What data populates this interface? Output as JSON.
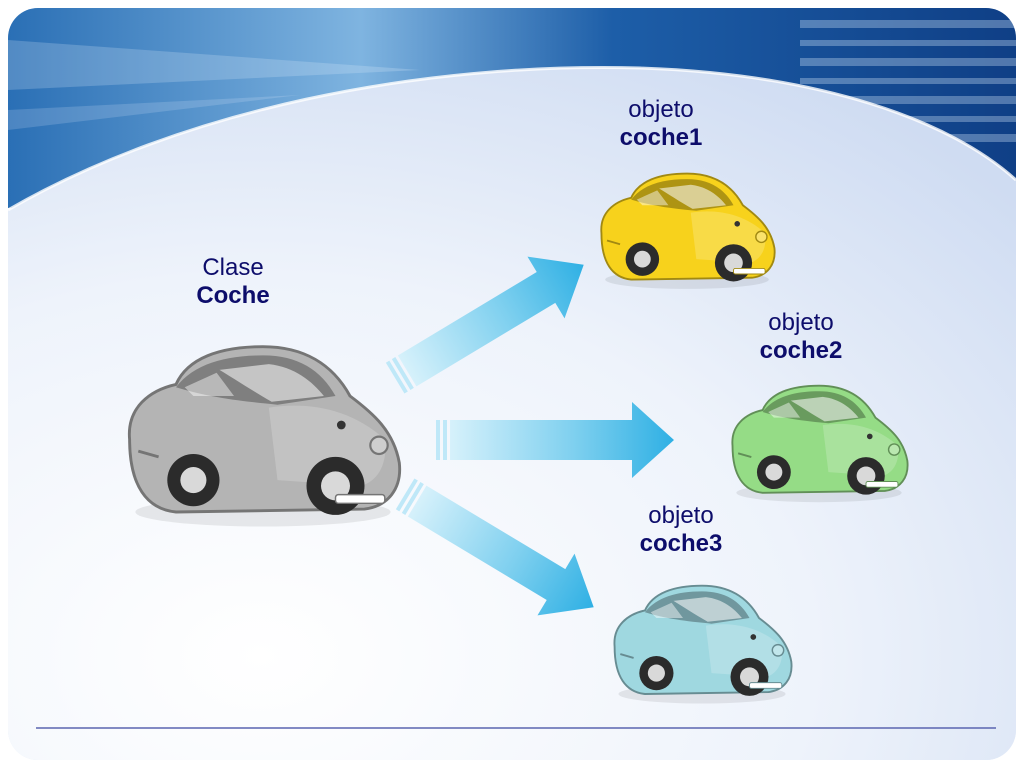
{
  "class_label": {
    "line1": "Clase",
    "line2": "Coche"
  },
  "objects": [
    {
      "line1": "objeto",
      "line2": "coche1",
      "color": "#f7d21c"
    },
    {
      "line1": "objeto",
      "line2": "coche2",
      "color": "#95dc86"
    },
    {
      "line1": "objeto",
      "line2": "coche3",
      "color": "#9fd8e0"
    }
  ],
  "class_car_color": "#b4b4b4",
  "colors": {
    "arrow": "#36b6e6",
    "text": "#0d0d6b",
    "banner": "#1f5fa8"
  }
}
